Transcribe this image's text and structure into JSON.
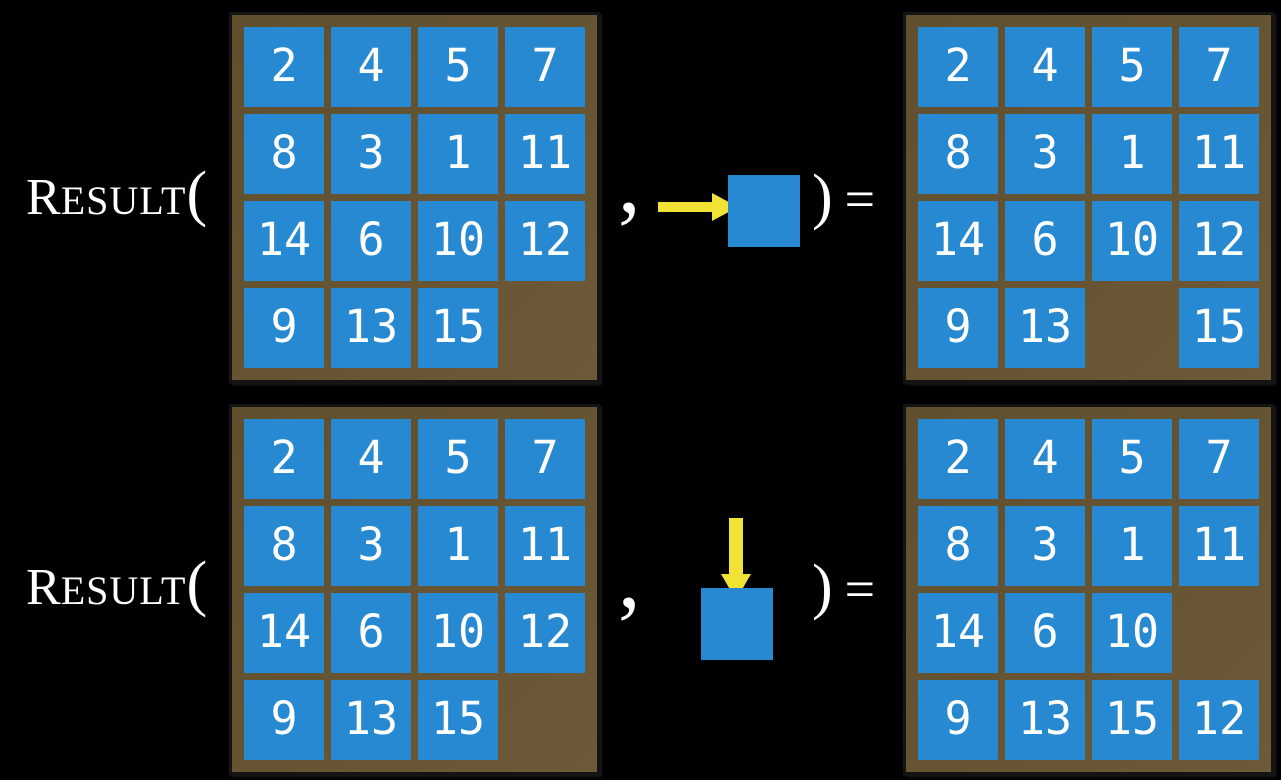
{
  "figure": {
    "description": "Two examples of the RESULT function applied to a sliding-tile 15-puzzle state",
    "function_name": {
      "initial": "R",
      "rest": "ESULT"
    },
    "open_paren": "(",
    "comma": ",",
    "close_paren": ")",
    "equals": "="
  },
  "colors": {
    "background": "#000000",
    "tile_blue": "#2789d1",
    "board_brown": "#655231",
    "arrow_yellow": "#f2e235",
    "text_white": "#ffffff"
  },
  "examples": [
    {
      "move_direction": "right",
      "action_icon": "yellow-arrow-pointing-right-into-blue-tile",
      "before_rows": [
        [
          "2",
          "4",
          "5",
          "7"
        ],
        [
          "8",
          "3",
          "1",
          "11"
        ],
        [
          "14",
          "6",
          "10",
          "12"
        ],
        [
          "9",
          "13",
          "15",
          ""
        ]
      ],
      "after_rows": [
        [
          "2",
          "4",
          "5",
          "7"
        ],
        [
          "8",
          "3",
          "1",
          "11"
        ],
        [
          "14",
          "6",
          "10",
          "12"
        ],
        [
          "9",
          "13",
          "",
          "15"
        ]
      ]
    },
    {
      "move_direction": "down",
      "action_icon": "yellow-arrow-pointing-down-into-blue-tile",
      "before_rows": [
        [
          "2",
          "4",
          "5",
          "7"
        ],
        [
          "8",
          "3",
          "1",
          "11"
        ],
        [
          "14",
          "6",
          "10",
          "12"
        ],
        [
          "9",
          "13",
          "15",
          ""
        ]
      ],
      "after_rows": [
        [
          "2",
          "4",
          "5",
          "7"
        ],
        [
          "8",
          "3",
          "1",
          "11"
        ],
        [
          "14",
          "6",
          "10",
          ""
        ],
        [
          "9",
          "13",
          "15",
          "12"
        ]
      ]
    }
  ]
}
